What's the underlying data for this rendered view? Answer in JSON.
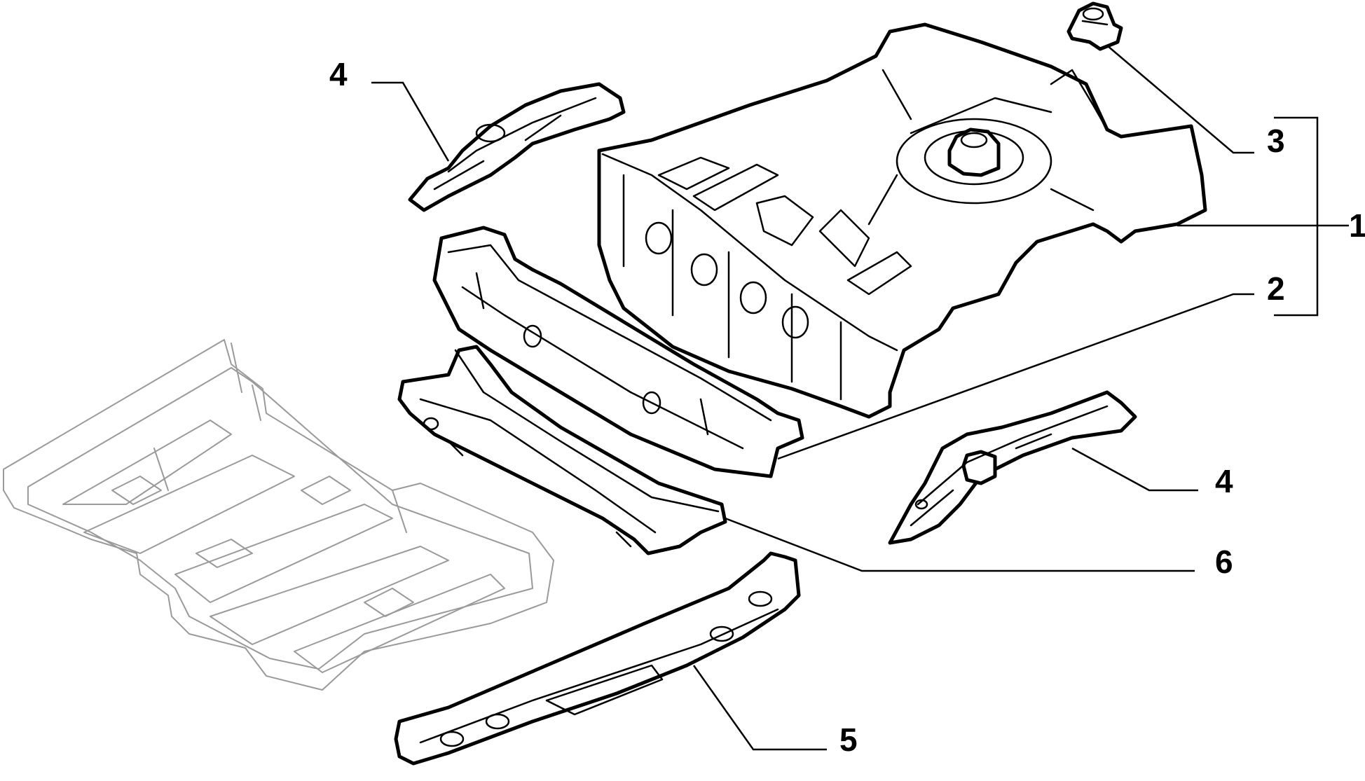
{
  "diagram": {
    "callouts": [
      {
        "id": "part-1",
        "label": "1"
      },
      {
        "id": "part-2",
        "label": "2"
      },
      {
        "id": "part-3",
        "label": "3"
      },
      {
        "id": "part-4-left",
        "label": "4"
      },
      {
        "id": "part-4-right",
        "label": "4"
      },
      {
        "id": "part-5",
        "label": "5"
      },
      {
        "id": "part-6",
        "label": "6"
      }
    ],
    "colors": {
      "line": "#000000",
      "ghost": "#9a9a9a",
      "background": "#ffffff"
    }
  }
}
